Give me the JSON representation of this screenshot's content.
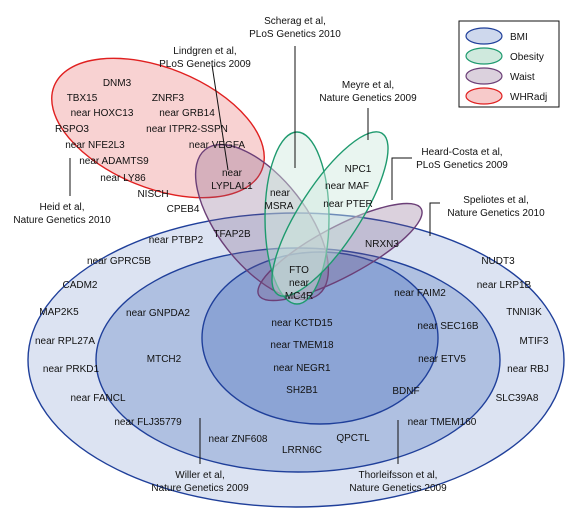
{
  "colors": {
    "bmi_fill": "#3d63b8",
    "bmi_stroke": "#1f3f9a",
    "obesity_fill": "#cfe9dd",
    "obesity_stroke": "#1e9a6e",
    "waist_fill": "#7d5a86",
    "waist_stroke": "#6b3f77",
    "whradj_fill": "#f7caca",
    "whradj_stroke": "#e02020"
  },
  "legend": [
    {
      "key": "bmi",
      "label": "BMI"
    },
    {
      "key": "obesity",
      "label": "Obesity"
    },
    {
      "key": "waist",
      "label": "Waist"
    },
    {
      "key": "whradj",
      "label": "WHRadj"
    }
  ],
  "studies": {
    "scherag": [
      "Scherag et al,",
      "PLoS Genetics 2010"
    ],
    "lindgren": [
      "Lindgren et al,",
      "PLoS Genetics 2009"
    ],
    "meyre": [
      "Meyre et al,",
      "Nature Genetics 2009"
    ],
    "heard_costa": [
      "Heard-Costa et al,",
      "PLoS Genetics 2009"
    ],
    "speliotes": [
      "Speliotes et al,",
      "Nature Genetics 2010"
    ],
    "heid": [
      "Heid et al,",
      "Nature Genetics 2010"
    ],
    "willer": [
      "Willer et al,",
      "Nature Genetics 2009"
    ],
    "thorleifsson": [
      "Thorleifsson et al,",
      "Nature Genetics 2009"
    ]
  },
  "genes": {
    "whradj": [
      "DNM3",
      "TBX15",
      "ZNRF3",
      "near HOXC13",
      "near GRB14",
      "RSPO3",
      "near ITPR2-SSPN",
      "near NFE2L3",
      "near VEGFA",
      "near ADAMTS9",
      "near LY86",
      "NISCH",
      "CPEB4"
    ],
    "whradj_waist": [
      "near",
      "LYPLAL1"
    ],
    "waist_only": [
      "TFAP2B"
    ],
    "waist_obesity": [
      "near",
      "MSRA"
    ],
    "obesity_only": [
      "NPC1",
      "near MAF",
      "near PTER"
    ],
    "waist_bmi": [
      "NRXN3"
    ],
    "all_core": [
      "FTO",
      "near",
      "MC4R"
    ],
    "speliotes_outer": [
      "near PTBP2",
      "NUDT3",
      "near GPRC5B",
      "near LRP1B",
      "CADM2",
      "TNNI3K",
      "MAP2K5",
      "MTIF3",
      "near RPL27A",
      "near RBJ",
      "near PRKD1",
      "SLC39A8",
      "near FANCL",
      "near FLJ35779"
    ],
    "willer_band": [
      "near GNPDA2",
      "MTCH2",
      "near ZNF608",
      "LRRN6C"
    ],
    "thorleifsson_band": [
      "near FAIM2",
      "near SEC16B",
      "near ETV5",
      "BDNF",
      "near TMEM160",
      "QPCTL"
    ],
    "center": [
      "near KCTD15",
      "near TMEM18",
      "near NEGR1",
      "SH2B1"
    ]
  }
}
